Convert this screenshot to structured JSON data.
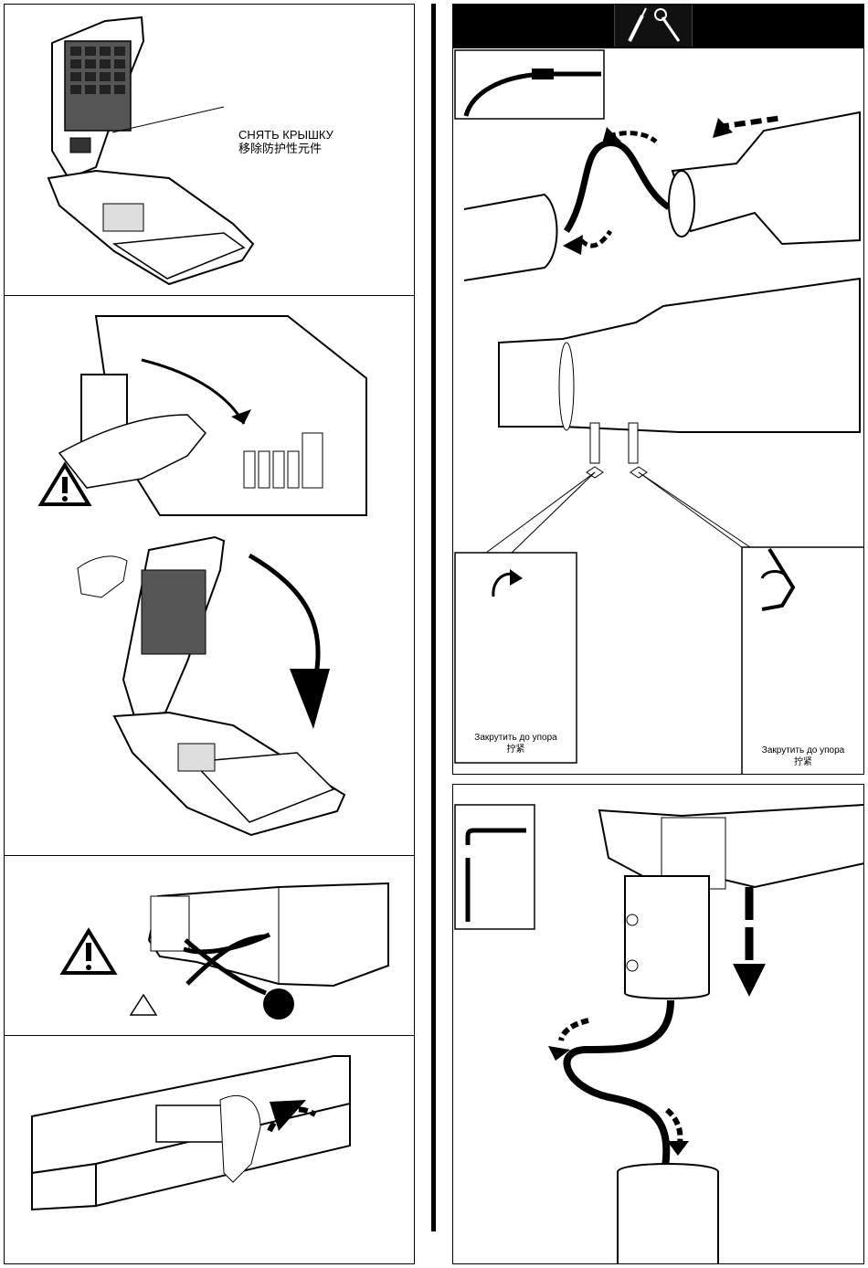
{
  "left_column": {
    "step1": {
      "label_ru": "СНЯТЬ КРЫШКУ",
      "label_zh": "移除防护性元件"
    },
    "step2": {
      "icon": "warning-icon"
    },
    "step3": {
      "icon": "warning-icon"
    }
  },
  "right_column": {
    "header": {
      "icons": [
        "screwdriver-icon",
        "wrench-icon"
      ]
    },
    "detail_left": {
      "label_ru": "Закрутить до упора",
      "label_zh": "拧紧"
    },
    "detail_right": {
      "label_ru": "Закрутить до упора",
      "label_zh": "拧紧"
    }
  },
  "colors": {
    "ink": "#000000",
    "paper": "#ffffff",
    "tint": "#555555"
  }
}
